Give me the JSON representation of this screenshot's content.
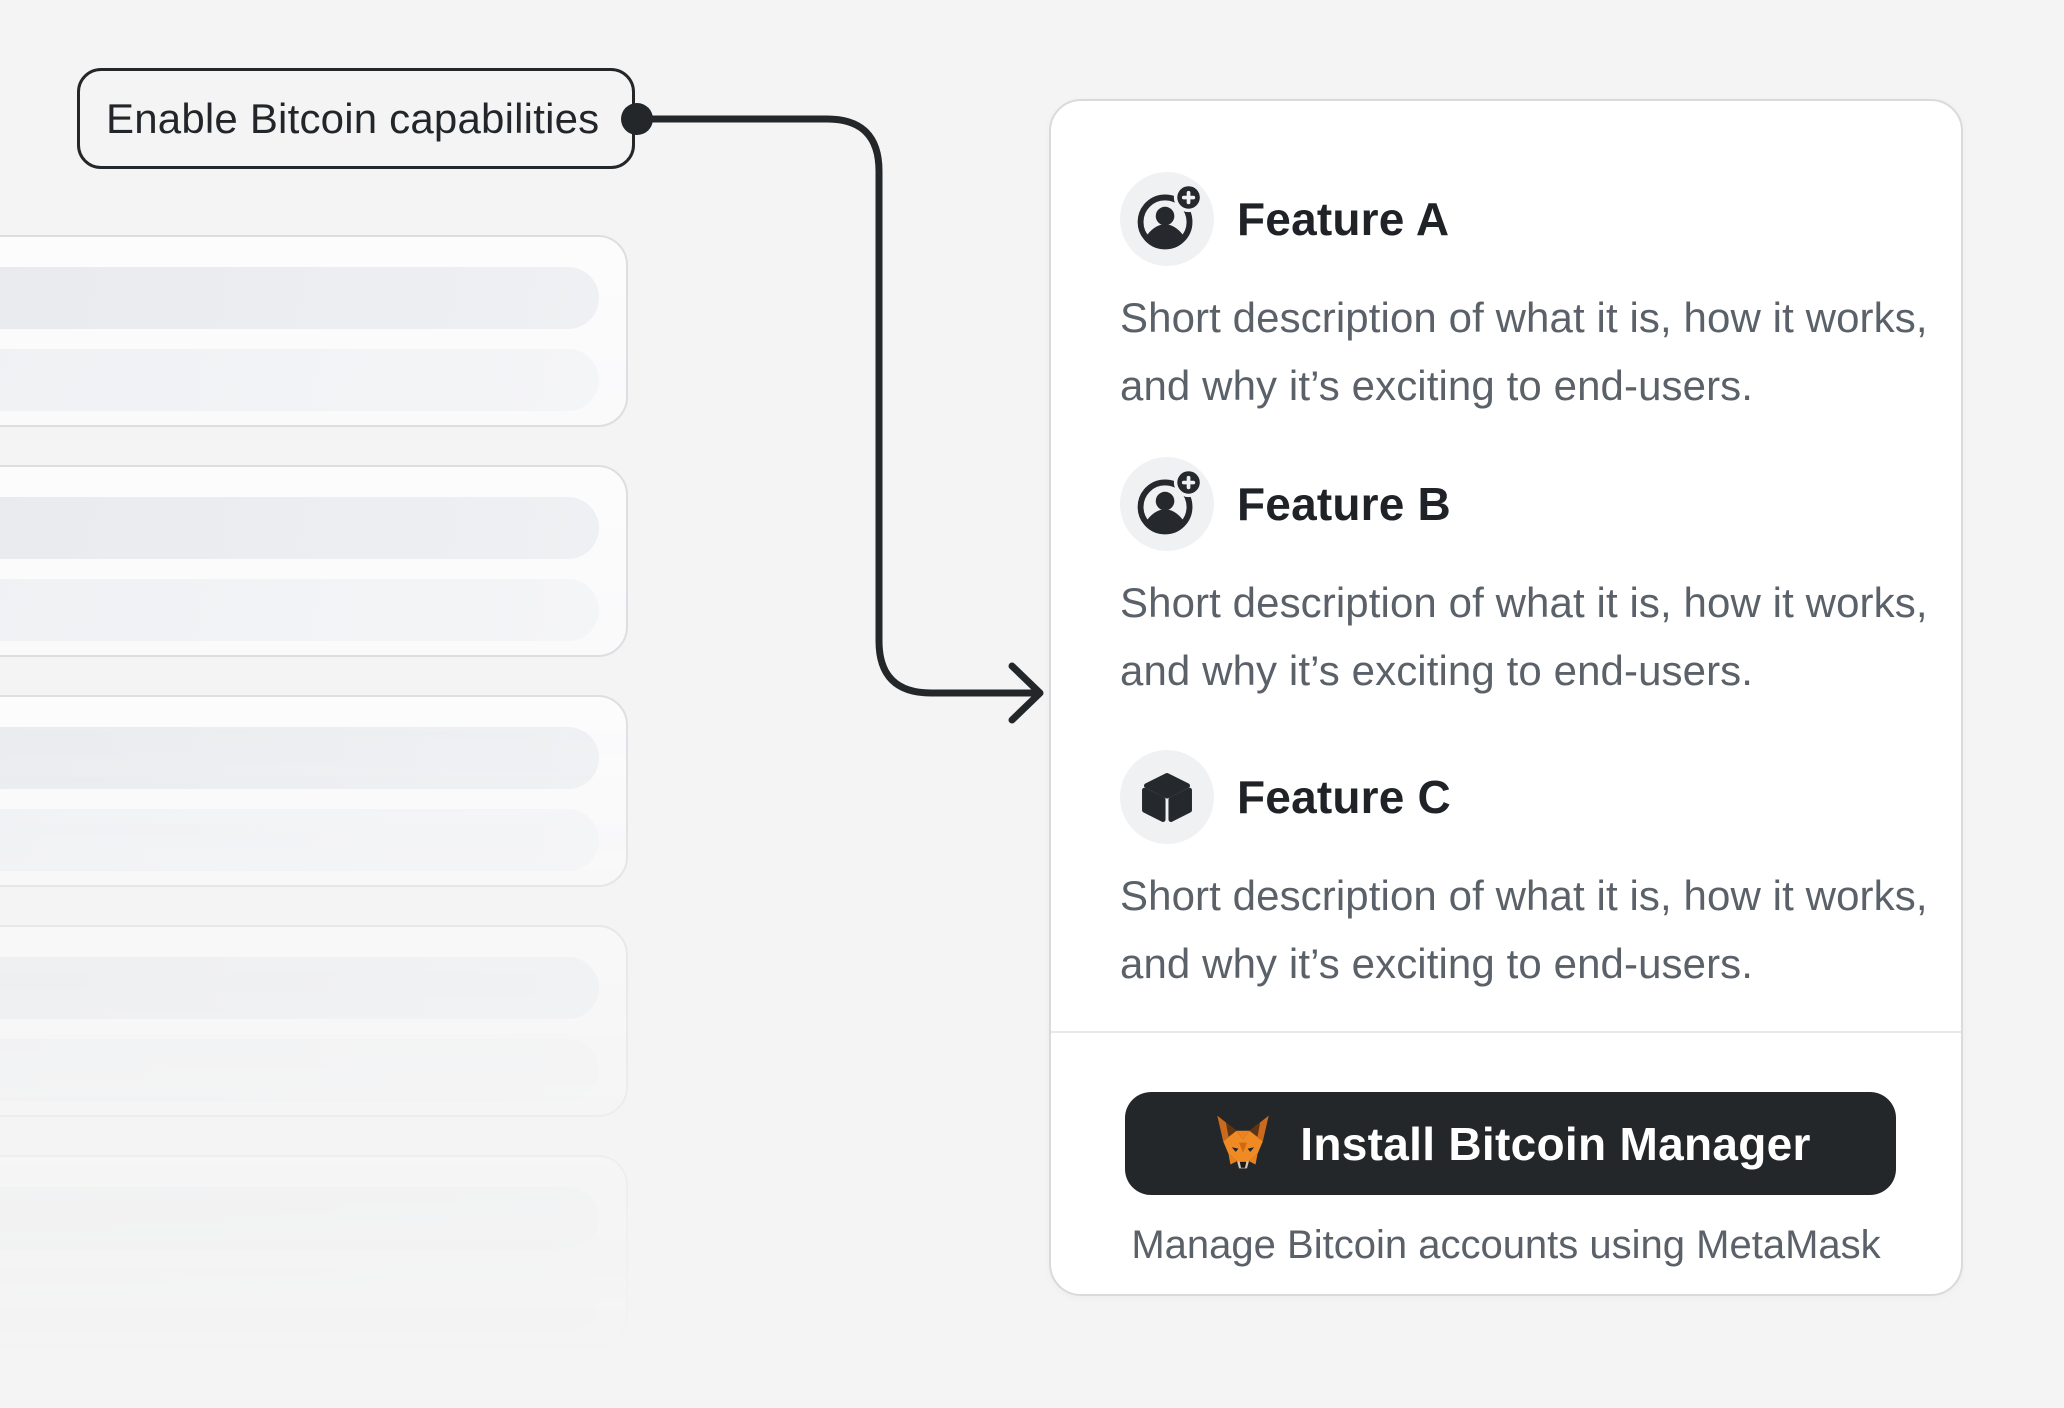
{
  "callout": {
    "label": "Enable Bitcoin capabilities"
  },
  "panel": {
    "features": [
      {
        "name": "Feature A",
        "icon": "account-add-icon",
        "description": "Short description of what it is, how it works, and why it’s exciting to end-users."
      },
      {
        "name": "Feature B",
        "icon": "account-add-icon",
        "description": "Short description of what it is, how it works, and why it’s exciting to end-users."
      },
      {
        "name": "Feature C",
        "icon": "cube-icon",
        "description": "Short description of what it is, how it works, and why it’s exciting to end-users."
      }
    ],
    "install_button": {
      "label": "Install Bitcoin Manager",
      "icon": "metamask-fox-icon"
    },
    "caption": "Manage Bitcoin accounts using MetaMask"
  },
  "skeleton": {
    "cards": 5,
    "bars_per_card": 2
  },
  "colors": {
    "page_bg": "#f4f4f4",
    "ink": "#24272a",
    "muted_text": "#5b6169",
    "card_border": "#d8dade",
    "button_bg": "#24272a",
    "icon_circle_bg": "#f0f1f3",
    "metamask_orange": "#f08a24"
  }
}
